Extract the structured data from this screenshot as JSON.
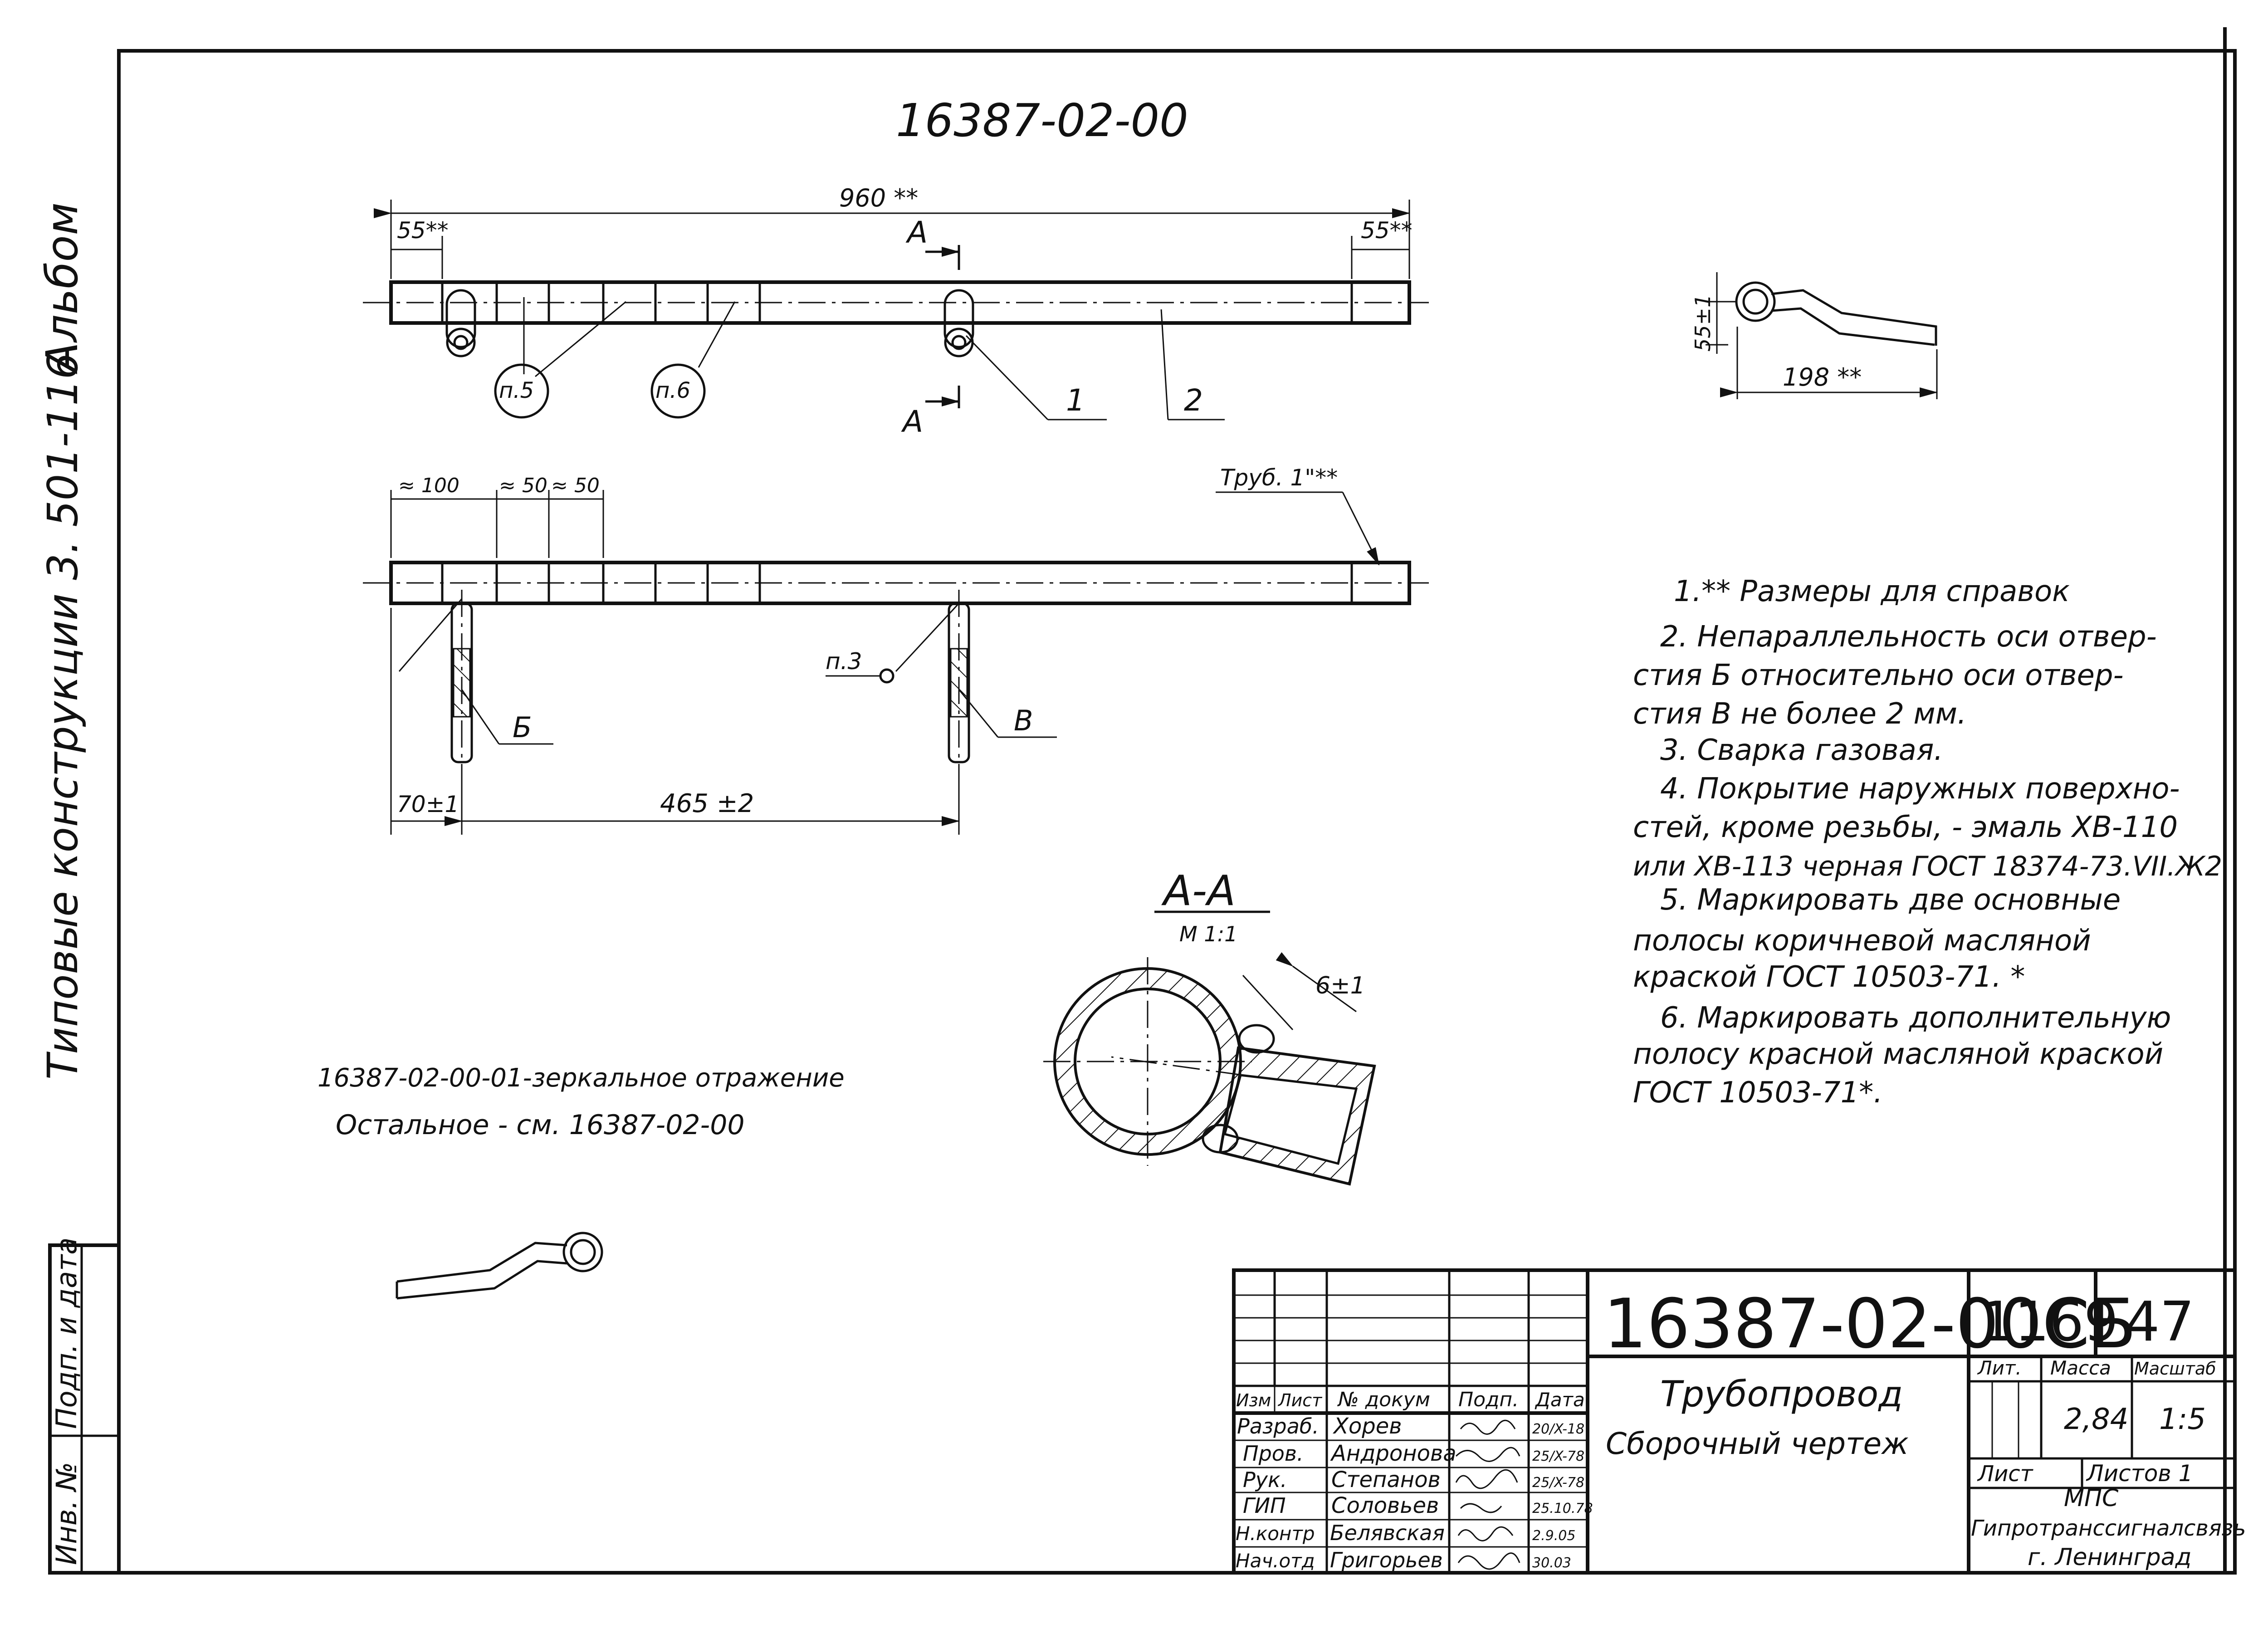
{
  "sheet": {
    "drawing_number_top": "16387-02-00",
    "side_stamp": {
      "album": "Альбом",
      "series": "Типовые конструкции 3. 501-116"
    },
    "left_strip": {
      "sign_date": "Подп. и дата",
      "inv_no": "Инв. №"
    }
  },
  "top_view": {
    "dim_total": "960 **",
    "dim_left": "55**",
    "dim_right": "55**",
    "section_mark": "А",
    "callout_p5": "п.5",
    "callout_p6": "п.6",
    "pos_1": "1",
    "pos_2": "2"
  },
  "front_view": {
    "dim_100": "≈ 100",
    "dim_50a": "≈ 50",
    "dim_50b": "≈ 50",
    "pipe_label": "Труб. 1\"**",
    "callout_p3": "п.3",
    "label_b": "Б",
    "label_v": "В",
    "dim_70": "70±1",
    "dim_465": "465 ±2"
  },
  "side_view": {
    "dim_55": "55±1",
    "dim_198": "198 **"
  },
  "section": {
    "title": "А-А",
    "scale": "М 1:1",
    "dim_6": "6±1"
  },
  "mirror_note": {
    "line1": "16387-02-00-01-зеркальное отражение",
    "line2": "Остальное - см. 16387-02-00"
  },
  "notes": [
    "1.** Размеры для справок",
    "2. Непараллельность оси отвер-",
    "стия Б относительно оси отвер-",
    "стия В не более 2 мм.",
    "3. Сварка газовая.",
    "4. Покрытие наружных поверхно-",
    "стей, кроме резьбы, - эмаль ХВ-110",
    "или ХВ-113 черная ГОСТ 18374-73.VII.Ж2",
    "5. Маркировать две основные",
    "полосы коричневой масляной",
    "краской ГОСТ 10503-71. *",
    "6. Маркировать дополнительную",
    "полосу красной масляной краской",
    "ГОСТ 10503-71*."
  ],
  "title_block": {
    "designation": "16387-02-00СБ",
    "code": "1169",
    "sheet_no": "47",
    "name_line1": "Трубопровод",
    "name_line2": "Сборочный чертеж",
    "hdr_izm": "Изм",
    "hdr_list": "Лист",
    "hdr_doc": "№ докум",
    "hdr_sign": "Подп.",
    "hdr_date": "Дата",
    "hdr_lit": "Лит.",
    "hdr_mass": "Масса",
    "hdr_scale": "Масштаб",
    "mass": "2,84",
    "scale": "1:5",
    "list_label": "Лист",
    "lists_label": "Листов 1",
    "org_line1": "МПС",
    "org_line2": "Гипротранссигналсвязь",
    "org_line3": "г. Ленинград",
    "rows": [
      {
        "role": "Разраб.",
        "name": "Хорев",
        "date": "20/X-18"
      },
      {
        "role": "Пров.",
        "name": "Андронова",
        "date": "25/X-78"
      },
      {
        "role": "Рук.",
        "name": "Степанов",
        "date": "25/X-78"
      },
      {
        "role": "ГИП",
        "name": "Соловьев",
        "date": "25.10.78"
      },
      {
        "role": "Н.контр",
        "name": "Белявская",
        "date": "2.9.05"
      },
      {
        "role": "Нач.отд",
        "name": "Григорьев",
        "date": "30.03"
      }
    ]
  }
}
